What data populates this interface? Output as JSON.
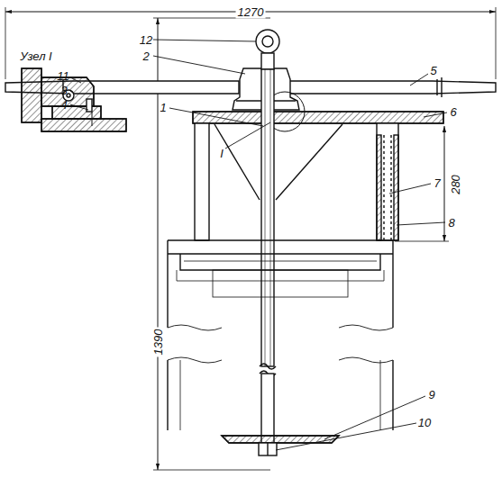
{
  "diagram": {
    "labels": [
      "1270",
      "12",
      "2",
      "5",
      "1",
      "6",
      "I",
      "280",
      "7",
      "8",
      "Узел I",
      "11",
      "3",
      "4",
      "1390",
      "9",
      "10"
    ]
  }
}
